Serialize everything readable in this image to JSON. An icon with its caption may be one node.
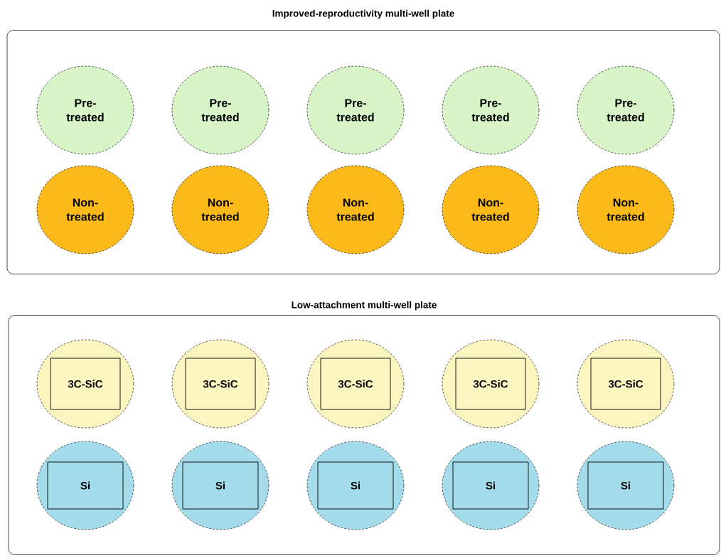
{
  "diagram": {
    "nodes": [
      {
        "text": [
          "Improved-reproductivity multi-well plate"
        ]
      },
      {
        "text": [
          "Pre-treated"
        ],
        "in": 0
      },
      {
        "text": [
          "Pre-treated"
        ],
        "in": 0
      },
      {
        "text": [
          "Pre-treated"
        ],
        "in": 0
      },
      {
        "text": [
          "Pre-treated"
        ],
        "in": 0
      },
      {
        "text": [
          "Pre-treated"
        ],
        "in": 0
      },
      {
        "text": [
          "Non-treated"
        ],
        "in": 0
      },
      {
        "text": [
          "Non-treated"
        ],
        "in": 0
      },
      {
        "text": [
          "Non-treated"
        ],
        "in": 0
      },
      {
        "text": [
          "Non-treated"
        ],
        "in": 0
      },
      {
        "text": [
          "Non-treated"
        ],
        "in": 0
      },
      {
        "text": [
          "Low-attachment multi-well plate"
        ]
      },
      {
        "text": [],
        "shape": "circle",
        "in": 11
      },
      {
        "text": [
          "3C-SiC"
        ],
        "in": 12
      },
      {
        "text": [],
        "shape": "circle",
        "in": 11
      },
      {
        "text": [
          "3C-SiC"
        ],
        "in": 14
      },
      {
        "text": [],
        "shape": "circle",
        "in": 11
      },
      {
        "text": [
          "3C-SiC"
        ],
        "in": 16
      },
      {
        "text": [],
        "shape": "circle",
        "in": 11
      },
      {
        "text": [
          "3C-SiC"
        ],
        "in": 18
      },
      {
        "text": [],
        "shape": "circle",
        "in": 11
      },
      {
        "text": [
          "3C-SiC"
        ],
        "in": 20
      },
      {
        "text": [],
        "shape": "circle",
        "in": 11
      },
      {
        "text": [
          "Si"
        ],
        "in": 22
      },
      {
        "text": [],
        "shape": "circle",
        "in": 11
      },
      {
        "text": [
          "Si"
        ],
        "in": 24
      },
      {
        "text": [],
        "shape": "circle",
        "in": 11
      },
      {
        "text": [
          "Si"
        ],
        "in": 26
      },
      {
        "text": [],
        "shape": "circle",
        "in": 11
      },
      {
        "text": [
          "Si"
        ],
        "in": 28
      },
      {
        "text": [],
        "shape": "circle",
        "in": 11
      },
      {
        "text": [
          "Si"
        ],
        "in": 30
      }
    ]
  }
}
